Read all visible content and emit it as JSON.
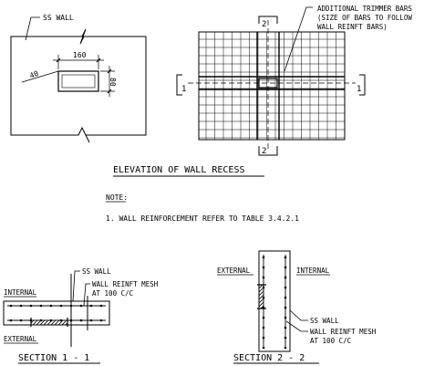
{
  "elevation": {
    "ss_wall_label": "SS WALL",
    "dim_width": "160",
    "dim_height": "80",
    "dim_angle": "40",
    "trimmer_line1": "ADDITIONAL TRIMMER BARS",
    "trimmer_line2": "(SIZE OF BARS TO FOLLOW",
    "trimmer_line3": "WALL REINFT BARS)",
    "cut_1": "1",
    "cut_2": "2",
    "title": "ELEVATION OF WALL RECESS"
  },
  "note": {
    "heading": "NOTE:",
    "text": "1. WALL REINFORCEMENT REFER TO TABLE 3.4.2.1"
  },
  "section_1_1": {
    "ss_wall": "SS WALL",
    "internal": "INTERNAL",
    "external": "EXTERNAL",
    "mesh_line1": "WALL REINFT MESH",
    "mesh_line2": "AT 100 C/C",
    "title": "SECTION 1 - 1"
  },
  "section_2_2": {
    "external": "EXTERNAL",
    "internal": "INTERNAL",
    "ss_wall": "SS WALL",
    "mesh_line1": "WALL REINFT MESH",
    "mesh_line2": "AT 100 C/C",
    "title": "SECTION 2 - 2"
  }
}
